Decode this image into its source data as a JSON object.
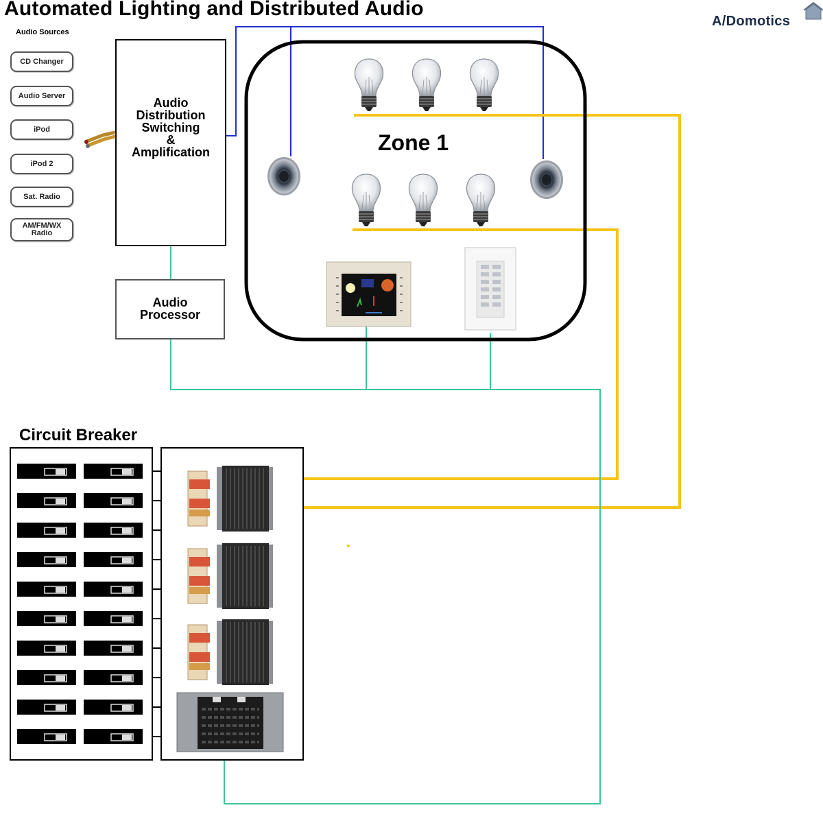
{
  "title": "Automated Lighting and Distributed Audio",
  "brand": {
    "name": "A/Domotics",
    "logo_icon": "house-logo-icon"
  },
  "audio_sources": {
    "heading": "Audio Sources",
    "items": [
      "CD Changer",
      "Audio Server",
      "iPod",
      "iPod 2",
      "Sat. Radio",
      "AM/FM/WX\nRadio"
    ]
  },
  "distribution_box": {
    "lines": [
      "Audio",
      "Distribution",
      "Switching",
      "&",
      "Amplification"
    ]
  },
  "processor_box": {
    "lines": [
      "Audio",
      "Processor"
    ]
  },
  "zone": {
    "label": "Zone 1"
  },
  "circuit_breaker": {
    "label": "Circuit Breaker"
  },
  "colors": {
    "speaker_wire": "#1f2fd0",
    "lighting_wire": "#f5c518",
    "control_wire": "#3ec49a"
  }
}
